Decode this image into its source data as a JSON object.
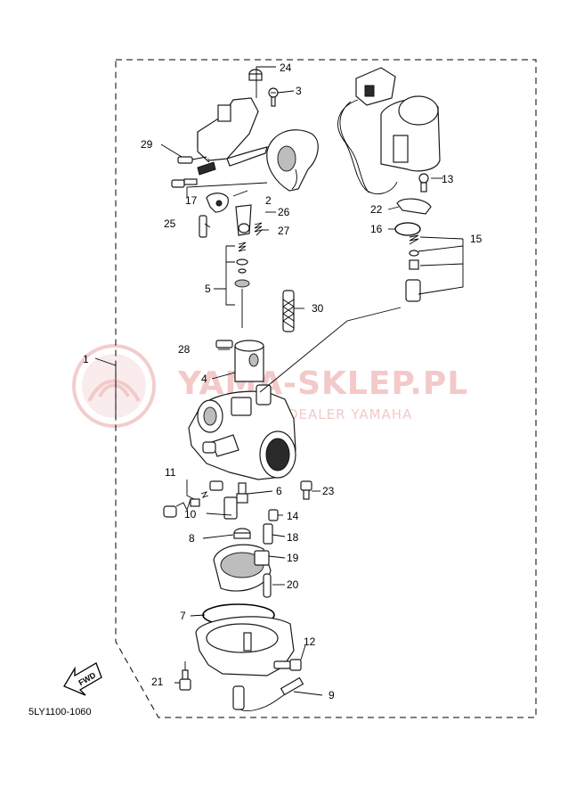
{
  "diagram": {
    "part_code": "5LY1100-1060",
    "fwd_label": "FWD",
    "watermark": {
      "title": "YAMA-SKLEP.PL",
      "subtitle": "W...WICZ | DEALER YAMAHA"
    },
    "callouts": [
      {
        "id": "c1",
        "label": "1"
      },
      {
        "id": "c2",
        "label": "2"
      },
      {
        "id": "c3",
        "label": "3"
      },
      {
        "id": "c4",
        "label": "4"
      },
      {
        "id": "c5",
        "label": "5"
      },
      {
        "id": "c6",
        "label": "6"
      },
      {
        "id": "c7",
        "label": "7"
      },
      {
        "id": "c8",
        "label": "8"
      },
      {
        "id": "c9",
        "label": "9"
      },
      {
        "id": "c10",
        "label": "10"
      },
      {
        "id": "c11",
        "label": "11"
      },
      {
        "id": "c12",
        "label": "12"
      },
      {
        "id": "c13",
        "label": "13"
      },
      {
        "id": "c14",
        "label": "14"
      },
      {
        "id": "c15",
        "label": "15"
      },
      {
        "id": "c16",
        "label": "16"
      },
      {
        "id": "c17",
        "label": "17"
      },
      {
        "id": "c18",
        "label": "18"
      },
      {
        "id": "c19",
        "label": "19"
      },
      {
        "id": "c20",
        "label": "20"
      },
      {
        "id": "c21",
        "label": "21"
      },
      {
        "id": "c22",
        "label": "22"
      },
      {
        "id": "c23",
        "label": "23"
      },
      {
        "id": "c24",
        "label": "24"
      },
      {
        "id": "c25",
        "label": "25"
      },
      {
        "id": "c26",
        "label": "26"
      },
      {
        "id": "c27",
        "label": "27"
      },
      {
        "id": "c28",
        "label": "28"
      },
      {
        "id": "c29",
        "label": "29"
      },
      {
        "id": "c30",
        "label": "30"
      }
    ]
  }
}
